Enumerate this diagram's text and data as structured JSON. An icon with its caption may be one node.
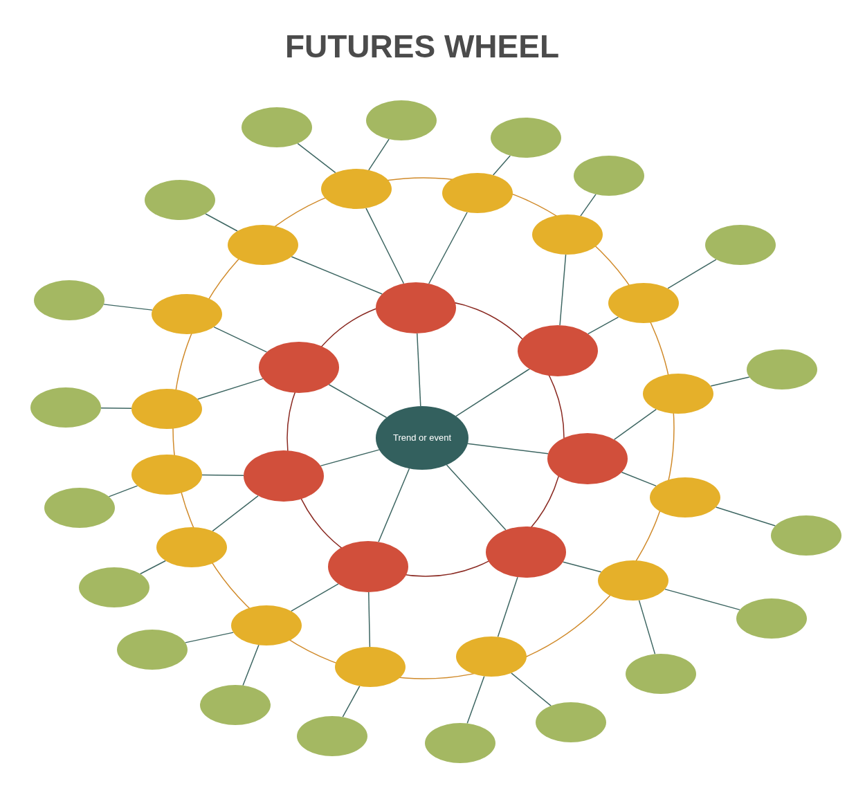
{
  "diagram": {
    "title": "FUTURES WHEEL",
    "nodes": [
      {
        "text": [
          "Trend or event"
        ]
      },
      {
        "text": [],
        "shape": "ellipse"
      },
      {
        "text": [],
        "shape": "ellipse"
      },
      {
        "text": [],
        "shape": "ellipse"
      },
      {
        "text": [],
        "shape": "ellipse"
      },
      {
        "text": [],
        "shape": "ellipse"
      },
      {
        "text": [],
        "shape": "ellipse"
      },
      {
        "text": [],
        "shape": "ellipse"
      },
      {
        "text": [],
        "shape": "ellipse"
      },
      {
        "text": [],
        "shape": "ellipse"
      },
      {
        "text": [],
        "shape": "ellipse"
      },
      {
        "text": [],
        "shape": "ellipse"
      },
      {
        "text": [],
        "shape": "ellipse"
      },
      {
        "text": [],
        "shape": "ellipse"
      },
      {
        "text": [],
        "shape": "ellipse"
      },
      {
        "text": [],
        "shape": "ellipse"
      },
      {
        "text": [],
        "shape": "ellipse"
      },
      {
        "text": [],
        "shape": "ellipse"
      },
      {
        "text": [],
        "shape": "ellipse"
      },
      {
        "text": [],
        "shape": "ellipse"
      },
      {
        "text": [],
        "shape": "ellipse"
      },
      {
        "text": [],
        "shape": "ellipse"
      },
      {
        "text": [],
        "shape": "ellipse"
      },
      {
        "text": [],
        "shape": "ellipse"
      },
      {
        "text": [],
        "shape": "ellipse"
      },
      {
        "text": [],
        "shape": "ellipse"
      },
      {
        "text": [],
        "shape": "ellipse"
      },
      {
        "text": [],
        "shape": "ellipse"
      },
      {
        "text": [],
        "shape": "ellipse"
      },
      {
        "text": [],
        "shape": "ellipse"
      },
      {
        "text": [],
        "shape": "ellipse"
      },
      {
        "text": [],
        "shape": "ellipse"
      },
      {
        "text": [],
        "shape": "ellipse"
      },
      {
        "text": [],
        "shape": "ellipse"
      },
      {
        "text": [],
        "shape": "ellipse"
      },
      {
        "text": [],
        "shape": "ellipse"
      },
      {
        "text": [],
        "shape": "ellipse"
      },
      {
        "text": [],
        "shape": "ellipse"
      },
      {
        "text": [],
        "shape": "ellipse"
      },
      {
        "text": [],
        "shape": "ellipse"
      },
      {
        "text": [],
        "shape": "ellipse"
      },
      {
        "text": [],
        "shape": "ellipse"
      }
    ],
    "edges": [
      {
        "from": 0,
        "to": 1,
        "arrow": "none"
      },
      {
        "from": 0,
        "to": 2,
        "arrow": "none"
      },
      {
        "from": 0,
        "to": 3,
        "arrow": "none"
      },
      {
        "from": 0,
        "to": 4,
        "arrow": "none"
      },
      {
        "from": 0,
        "to": 5,
        "arrow": "none"
      },
      {
        "from": 0,
        "to": 6,
        "arrow": "none"
      },
      {
        "from": 0,
        "to": 7,
        "arrow": "none"
      },
      {
        "from": 1,
        "to": 8,
        "arrow": "none"
      },
      {
        "from": 1,
        "to": 9,
        "arrow": "none"
      },
      {
        "from": 1,
        "to": 22,
        "arrow": "none"
      },
      {
        "from": 2,
        "to": 10,
        "arrow": "none"
      },
      {
        "from": 2,
        "to": 11,
        "arrow": "none"
      },
      {
        "from": 3,
        "to": 12,
        "arrow": "none"
      },
      {
        "from": 3,
        "to": 13,
        "arrow": "none"
      },
      {
        "from": 4,
        "to": 14,
        "arrow": "none"
      },
      {
        "from": 4,
        "to": 15,
        "arrow": "none"
      },
      {
        "from": 5,
        "to": 16,
        "arrow": "none"
      },
      {
        "from": 5,
        "to": 17,
        "arrow": "none"
      },
      {
        "from": 6,
        "to": 18,
        "arrow": "none"
      },
      {
        "from": 6,
        "to": 19,
        "arrow": "none"
      },
      {
        "from": 7,
        "to": 20,
        "arrow": "none"
      },
      {
        "from": 7,
        "to": 21,
        "arrow": "none"
      },
      {
        "from": 8,
        "to": 23,
        "arrow": "none"
      },
      {
        "from": 8,
        "to": 24,
        "arrow": "none"
      },
      {
        "from": 9,
        "to": 25,
        "arrow": "none"
      },
      {
        "from": 10,
        "to": 26,
        "arrow": "none"
      },
      {
        "from": 11,
        "to": 27,
        "arrow": "none"
      },
      {
        "from": 12,
        "to": 28,
        "arrow": "none"
      },
      {
        "from": 13,
        "to": 29,
        "arrow": "none"
      },
      {
        "from": 14,
        "to": 30,
        "arrow": "none"
      },
      {
        "from": 14,
        "to": 31,
        "arrow": "none"
      },
      {
        "from": 15,
        "to": 32,
        "arrow": "none"
      },
      {
        "from": 15,
        "to": 33,
        "arrow": "none"
      },
      {
        "from": 16,
        "to": 34,
        "arrow": "none"
      },
      {
        "from": 17,
        "to": 35,
        "arrow": "none"
      },
      {
        "from": 17,
        "to": 36,
        "arrow": "none"
      },
      {
        "from": 18,
        "to": 37,
        "arrow": "none"
      },
      {
        "from": 19,
        "to": 38,
        "arrow": "none"
      },
      {
        "from": 20,
        "to": 39,
        "arrow": "none"
      },
      {
        "from": 21,
        "to": 40,
        "arrow": "none"
      },
      {
        "from": 22,
        "to": 41,
        "arrow": "none"
      }
    ]
  }
}
